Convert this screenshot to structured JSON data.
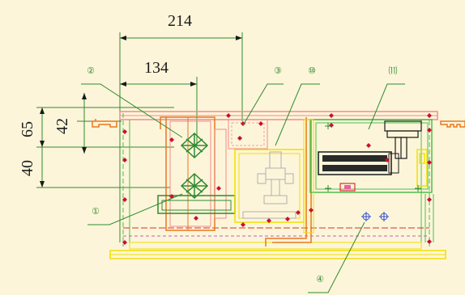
{
  "dimensions": {
    "d214": "214",
    "d134": "134",
    "d65": "65",
    "d42": "42",
    "d40": "40"
  },
  "callouts": {
    "c1": "①",
    "c2": "②",
    "c3": "③",
    "c4": "④",
    "c10": "⑩",
    "c11": "⑾"
  },
  "colors": {
    "background": "#fdf5da",
    "dimension": "#1a1a1a",
    "leader": "#2e8b2e",
    "frame_red": "#d93030",
    "frame_green": "#4cbf4c",
    "yellow": "#f0e000",
    "orange": "#e8781e",
    "pink": "#f08c8c",
    "marker": "#c8102e"
  }
}
